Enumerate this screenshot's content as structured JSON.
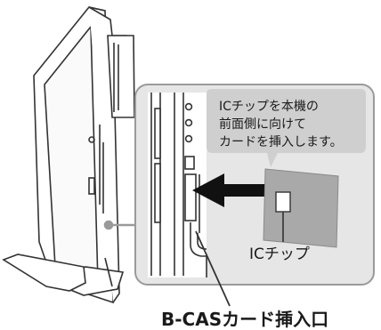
{
  "callout": {
    "line1": "ICチップを本機の",
    "line2": "前面側に向けて",
    "line3": "カードを挿入します。"
  },
  "chip_label": "ICチップ",
  "slot_label": "B-CASカード挿入口",
  "colors": {
    "panel_bg": "#e6e6e6",
    "panel_border": "#9a9a9a",
    "bubble": "#cfcfcf",
    "card": "#a9a9a9",
    "arrow": "#111111",
    "line": "#333333"
  },
  "icons": {
    "arrow": "insert-arrow-icon",
    "card": "bcas-card-icon"
  }
}
